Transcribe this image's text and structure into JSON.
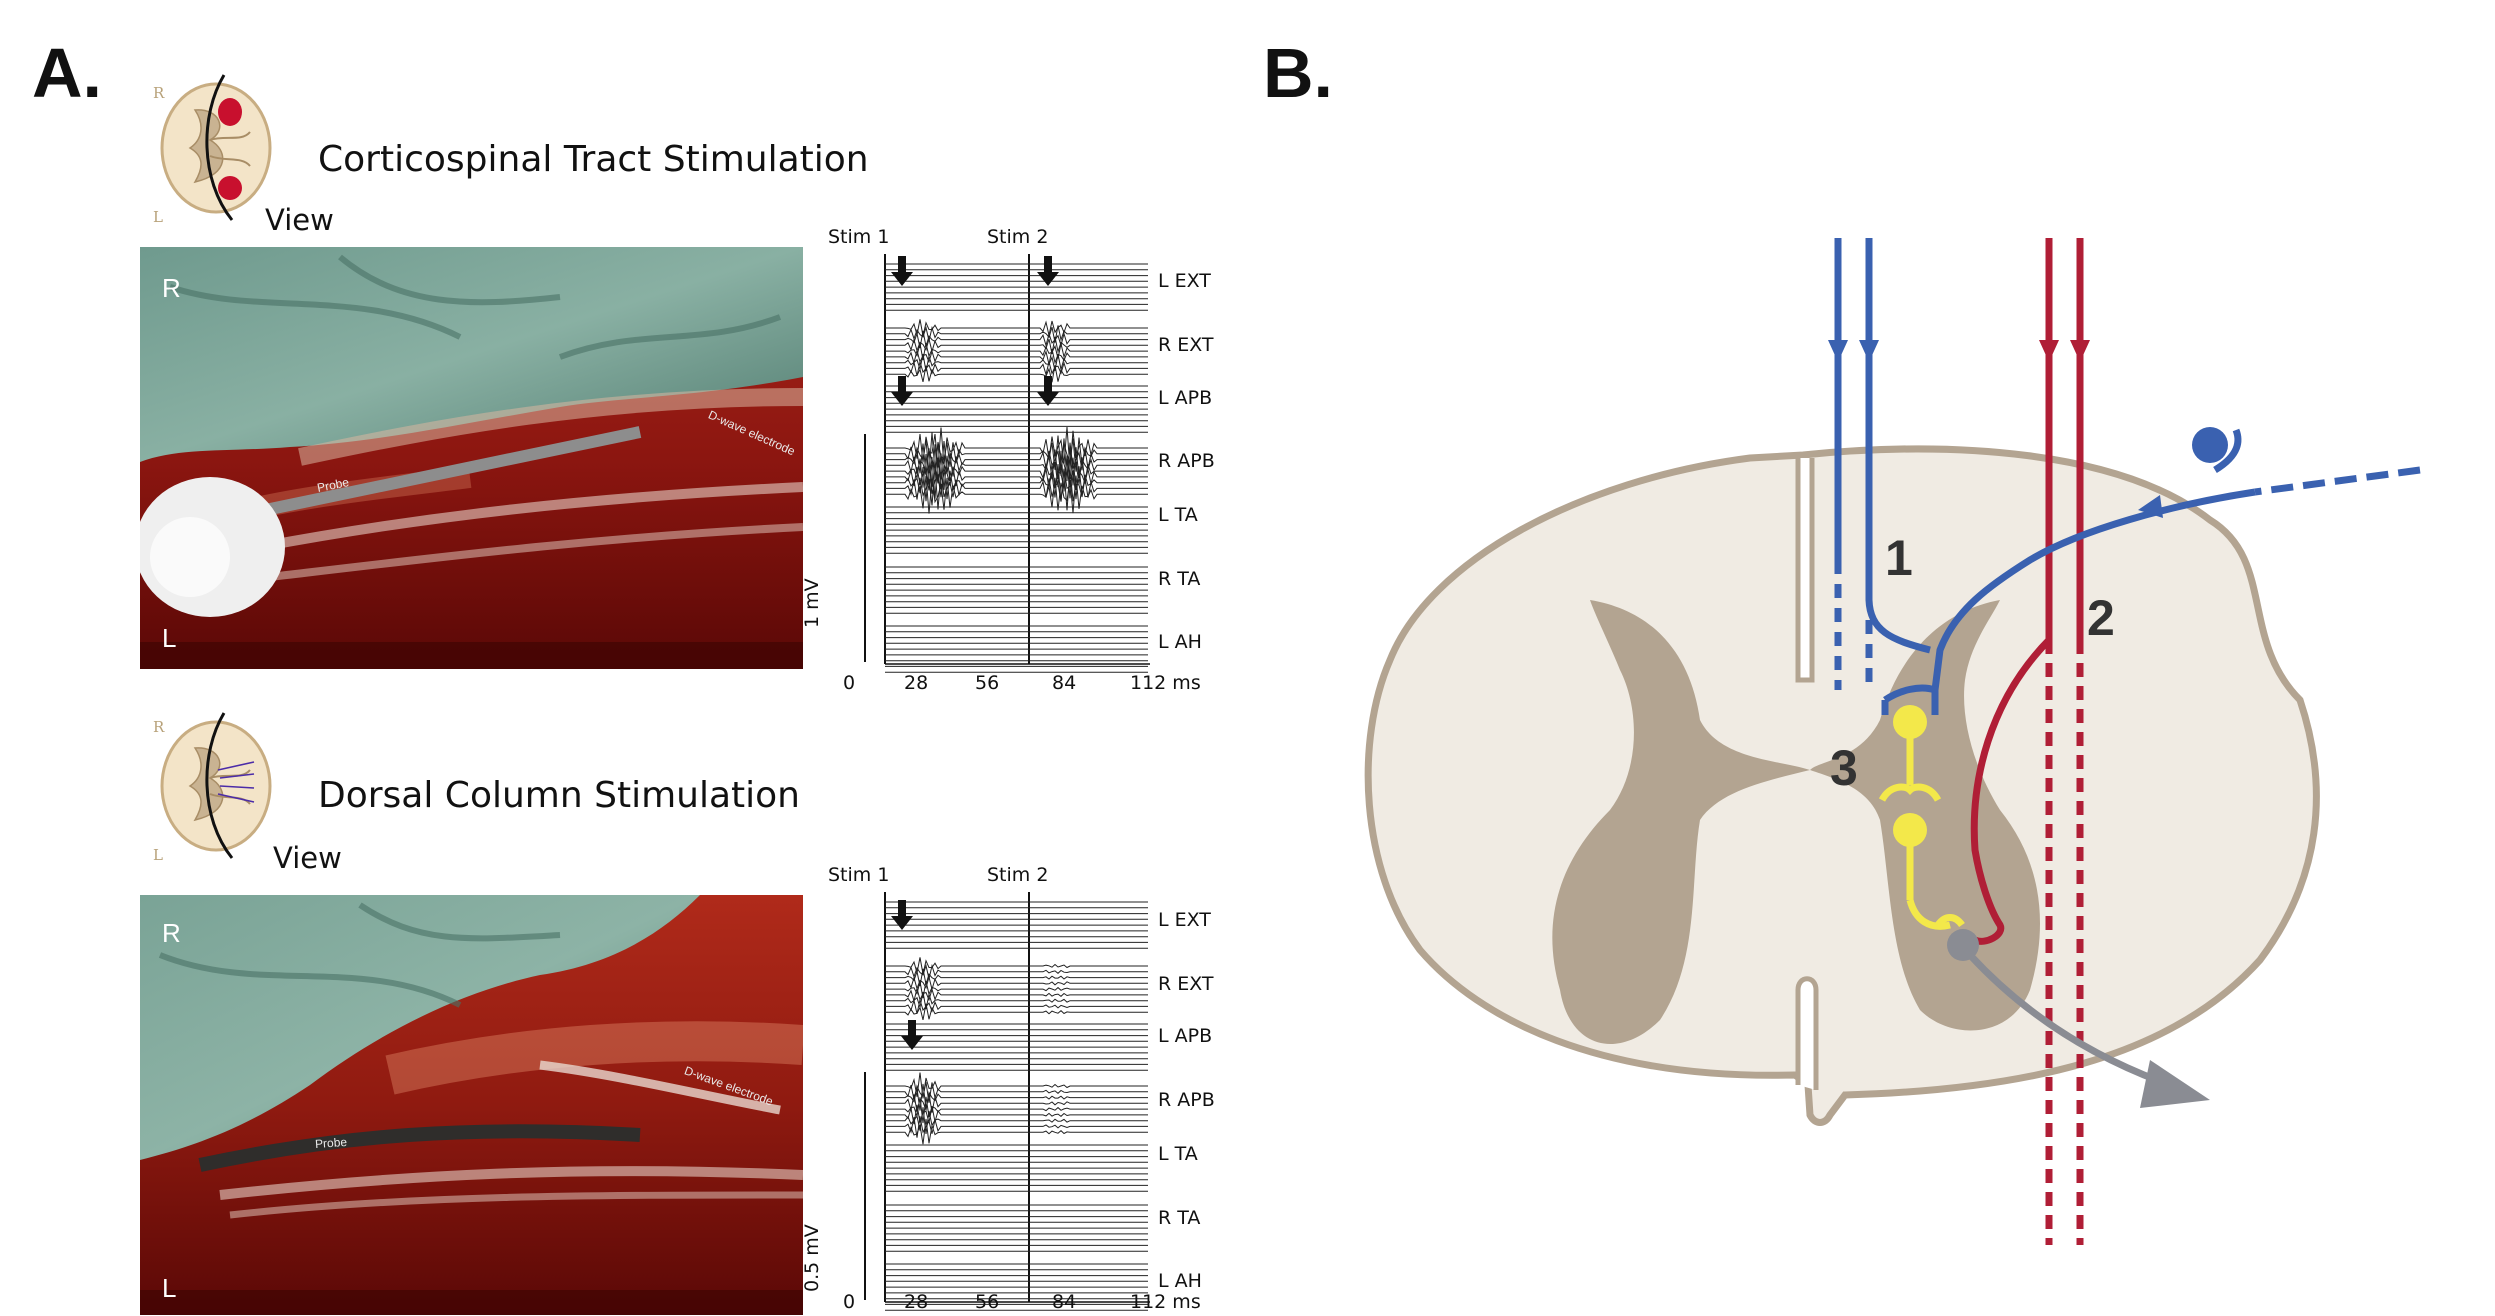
{
  "panel_a": {
    "letter": "A.",
    "top": {
      "title": "Corticospinal Tract Stimulation",
      "view_label": "View",
      "schematic_r": "R",
      "schematic_l": "L",
      "photo_r": "R",
      "photo_l": "L",
      "probe_label": "Probe",
      "electrode_label": "D-wave electrode",
      "stim_labels": [
        "Stim 1",
        "Stim 2"
      ],
      "muscles": [
        "L EXT",
        "R EXT",
        "L APB",
        "R APB",
        "L TA",
        "R TA",
        "L  AH"
      ],
      "scale_label": "1 mV",
      "x_ticks": [
        "0",
        "28",
        "56",
        "84",
        "112 ms"
      ]
    },
    "bottom": {
      "title": "Dorsal Column Stimulation",
      "view_label": "View",
      "schematic_r": "R",
      "schematic_l": "L",
      "photo_r": "R",
      "photo_l": "L",
      "probe_label": "Probe",
      "electrode_label": "D-wave electrode",
      "stim_labels": [
        "Stim 1",
        "Stim 2"
      ],
      "muscles": [
        "L EXT",
        "R EXT",
        "L APB",
        "R APB",
        "L TA",
        "R TA",
        "L  AH"
      ],
      "scale_label": "0.5 mV",
      "x_ticks": [
        "0",
        "28",
        "56",
        "84",
        "112 ms"
      ]
    }
  },
  "panel_b": {
    "letter": "B.",
    "pathway_labels": [
      "1",
      "2",
      "3"
    ],
    "colors": {
      "blue_pathway": "#3a61b0",
      "red_pathway": "#b01e36",
      "interneuron": "#f3e84a",
      "motor_neuron": "#8a8c93",
      "white_matter": "#f0ebe3",
      "grey_matter": "#b3a491",
      "outline": "#b3a491"
    }
  },
  "colors": {
    "drape": "#6f9a8e",
    "tissue": "#8c1610"
  }
}
